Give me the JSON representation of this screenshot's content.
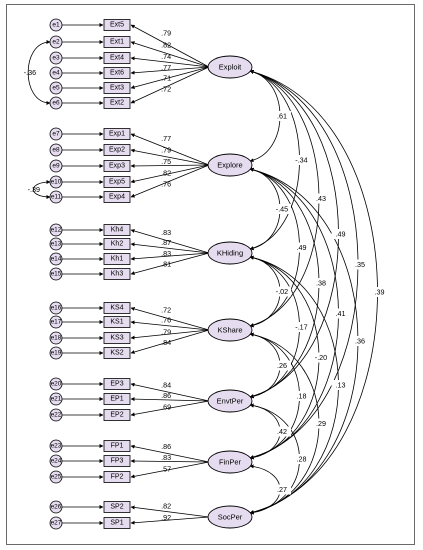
{
  "latent_factors": [
    {
      "id": "Exploit",
      "label": "Exploit"
    },
    {
      "id": "Explore",
      "label": "Explore"
    },
    {
      "id": "KHiding",
      "label": "KHiding"
    },
    {
      "id": "KShare",
      "label": "KShare"
    },
    {
      "id": "EnvtPer",
      "label": "EnvtPer"
    },
    {
      "id": "FinPer",
      "label": "FinPer"
    },
    {
      "id": "SocPer",
      "label": "SocPer"
    }
  ],
  "indicators": [
    {
      "factor": "Exploit",
      "error": "e1",
      "label": "Ext5",
      "loading": ".79"
    },
    {
      "factor": "Exploit",
      "error": "e2",
      "label": "Ext1",
      "loading": ".82"
    },
    {
      "factor": "Exploit",
      "error": "e3",
      "label": "Ext4",
      "loading": ".74"
    },
    {
      "factor": "Exploit",
      "error": "e4",
      "label": "Ext6",
      "loading": ".77"
    },
    {
      "factor": "Exploit",
      "error": "e5",
      "label": "Ext3",
      "loading": ".71"
    },
    {
      "factor": "Exploit",
      "error": "e6",
      "label": "Ext2",
      "loading": ".72"
    },
    {
      "factor": "Explore",
      "error": "e7",
      "label": "Exp1",
      "loading": ".77"
    },
    {
      "factor": "Explore",
      "error": "e8",
      "label": "Exp2",
      "loading": ".79"
    },
    {
      "factor": "Explore",
      "error": "e9",
      "label": "Exp3",
      "loading": ".75"
    },
    {
      "factor": "Explore",
      "error": "e10",
      "label": "Exp5",
      "loading": ".82"
    },
    {
      "factor": "Explore",
      "error": "e11",
      "label": "Exp4",
      "loading": ".76"
    },
    {
      "factor": "KHiding",
      "error": "e12",
      "label": "Kh4",
      "loading": ".83"
    },
    {
      "factor": "KHiding",
      "error": "e13",
      "label": "Kh2",
      "loading": ".87"
    },
    {
      "factor": "KHiding",
      "error": "e14",
      "label": "Kh1",
      "loading": ".83"
    },
    {
      "factor": "KHiding",
      "error": "e15",
      "label": "Kh3",
      "loading": ".81"
    },
    {
      "factor": "KShare",
      "error": "e16",
      "label": "KS4",
      "loading": ".72"
    },
    {
      "factor": "KShare",
      "error": "e17",
      "label": "KS1",
      "loading": ".76"
    },
    {
      "factor": "KShare",
      "error": "e18",
      "label": "KS3",
      "loading": ".79"
    },
    {
      "factor": "KShare",
      "error": "e19",
      "label": "KS2",
      "loading": ".84"
    },
    {
      "factor": "EnvtPer",
      "error": "e20",
      "label": "EP3",
      "loading": ".84"
    },
    {
      "factor": "EnvtPer",
      "error": "e21",
      "label": "EP1",
      "loading": ".86"
    },
    {
      "factor": "EnvtPer",
      "error": "e22",
      "label": "EP2",
      "loading": ".69"
    },
    {
      "factor": "FinPer",
      "error": "e23",
      "label": "FP1",
      "loading": ".86"
    },
    {
      "factor": "FinPer",
      "error": "e24",
      "label": "FP3",
      "loading": ".83"
    },
    {
      "factor": "FinPer",
      "error": "e25",
      "label": "FP2",
      "loading": ".57"
    },
    {
      "factor": "SocPer",
      "error": "e26",
      "label": "SP2",
      "loading": ".82"
    },
    {
      "factor": "SocPer",
      "error": "e27",
      "label": "SP1",
      "loading": ".92"
    }
  ],
  "error_covariances": [
    {
      "from": "e2",
      "to": "e6",
      "value": "-.36"
    },
    {
      "from": "e10",
      "to": "e11",
      "value": "-.39"
    }
  ],
  "factor_correlations": [
    {
      "from": "Exploit",
      "to": "Explore",
      "value": ".61"
    },
    {
      "from": "Exploit",
      "to": "KHiding",
      "value": "-.34"
    },
    {
      "from": "Exploit",
      "to": "KShare",
      "value": ".43"
    },
    {
      "from": "Exploit",
      "to": "EnvtPer",
      "value": ".49"
    },
    {
      "from": "Exploit",
      "to": "FinPer",
      "value": ".35"
    },
    {
      "from": "Exploit",
      "to": "SocPer",
      "value": ".39"
    },
    {
      "from": "Explore",
      "to": "KHiding",
      "value": "-.45"
    },
    {
      "from": "Explore",
      "to": "KShare",
      "value": ".49"
    },
    {
      "from": "Explore",
      "to": "EnvtPer",
      "value": ".38"
    },
    {
      "from": "Explore",
      "to": "FinPer",
      "value": ".41"
    },
    {
      "from": "Explore",
      "to": "SocPer",
      "value": ".36"
    },
    {
      "from": "KHiding",
      "to": "KShare",
      "value": "-.02"
    },
    {
      "from": "KHiding",
      "to": "EnvtPer",
      "value": "-.17"
    },
    {
      "from": "KHiding",
      "to": "FinPer",
      "value": "-.20"
    },
    {
      "from": "KHiding",
      "to": "SocPer",
      "value": ".13"
    },
    {
      "from": "KShare",
      "to": "EnvtPer",
      "value": ".26"
    },
    {
      "from": "KShare",
      "to": "FinPer",
      "value": ".18"
    },
    {
      "from": "KShare",
      "to": "SocPer",
      "value": ".29"
    },
    {
      "from": "EnvtPer",
      "to": "FinPer",
      "value": ".42"
    },
    {
      "from": "EnvtPer",
      "to": "SocPer",
      "value": ".28"
    },
    {
      "from": "FinPer",
      "to": "SocPer",
      "value": ".27"
    }
  ],
  "colors": {
    "ellipse_fill": "#e6dcf0",
    "circle_fill": "#e6dcf0",
    "box_fill": "#e6dcf0",
    "stroke": "#000000",
    "frame": "#6a6a6a"
  }
}
